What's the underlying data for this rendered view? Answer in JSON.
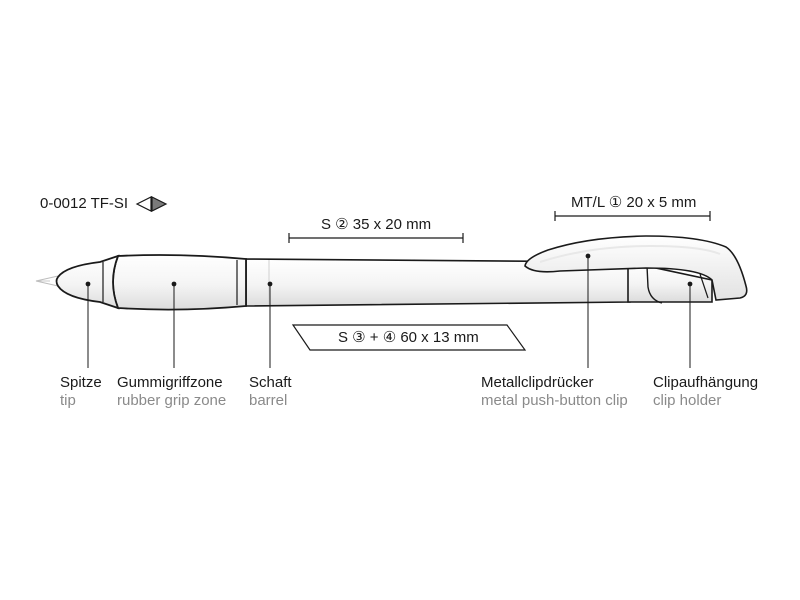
{
  "model": {
    "code": "0-0012 TF-SI"
  },
  "dimensions": {
    "mtl": "MT/L ① 20 x 5 mm",
    "s2": "S ② 35 x 20 mm",
    "s34": "S ③ + ④ 60 x 13 mm"
  },
  "parts": [
    {
      "de": "Spitze",
      "en": "tip"
    },
    {
      "de": "Gummigriffzone",
      "en": "rubber grip zone"
    },
    {
      "de": "Schaft",
      "en": "barrel"
    },
    {
      "de": "Metallclipdrücker",
      "en": "metal push-button clip"
    },
    {
      "de": "Clipaufhängung",
      "en": "clip holder"
    }
  ],
  "colors": {
    "outline": "#1a1a1a",
    "secondary_text": "#8a8a8a",
    "view_icon_fill": "#7a7a7a"
  },
  "icons": {
    "view_indicator": "double-triangle-view-icon"
  }
}
